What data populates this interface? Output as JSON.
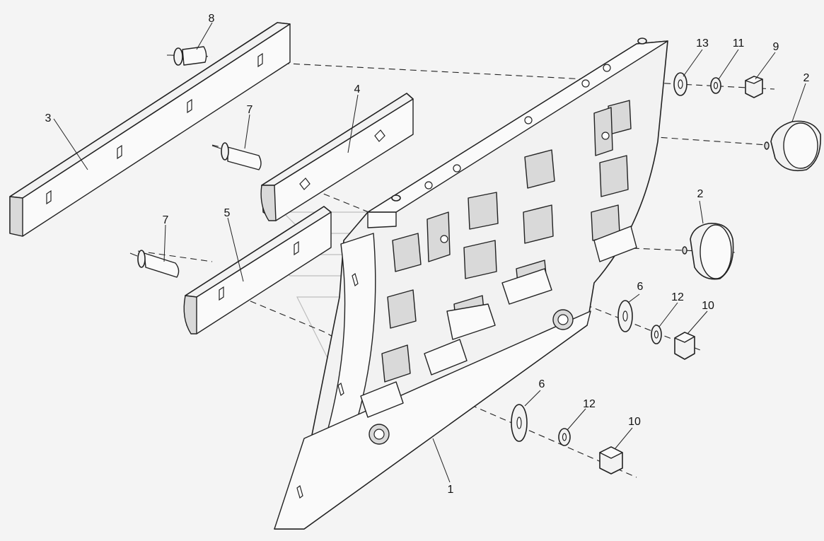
{
  "callouts": [
    {
      "id": "1",
      "label": "1"
    },
    {
      "id": "2a",
      "label": "2"
    },
    {
      "id": "2b",
      "label": "2"
    },
    {
      "id": "3",
      "label": "3"
    },
    {
      "id": "4",
      "label": "4"
    },
    {
      "id": "5",
      "label": "5"
    },
    {
      "id": "6a",
      "label": "6"
    },
    {
      "id": "6b",
      "label": "6"
    },
    {
      "id": "7a",
      "label": "7"
    },
    {
      "id": "7b",
      "label": "7"
    },
    {
      "id": "8",
      "label": "8"
    },
    {
      "id": "9",
      "label": "9"
    },
    {
      "id": "10a",
      "label": "10"
    },
    {
      "id": "10b",
      "label": "10"
    },
    {
      "id": "11",
      "label": "11"
    },
    {
      "id": "12a",
      "label": "12"
    },
    {
      "id": "12b",
      "label": "12"
    },
    {
      "id": "13",
      "label": "13"
    }
  ]
}
